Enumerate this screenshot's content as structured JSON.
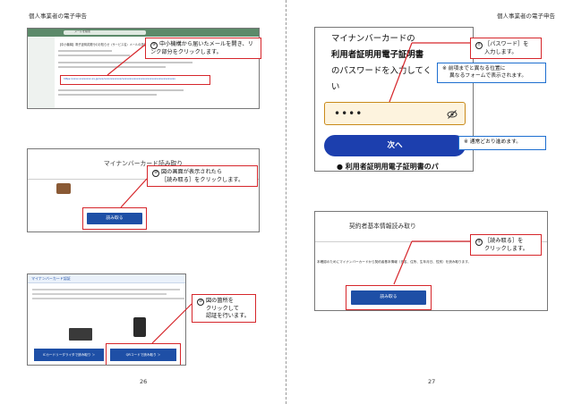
{
  "header_left": "個人事業者の電子申告",
  "header_right": "個人事業者の電子申告",
  "page_left": "26",
  "page_right": "27",
  "mail": {
    "search": "メールを検索",
    "subject": "【中小機構】電子証明書発行のお知らせ（サービス名）メールの送信について",
    "link": "https://xxxx.xxxxxxxx.xx.jp/xxx/xxxx/xxxxxxx/xxxxxxxxxxxxxxxxxxxxxxxxxxxxxxxxxxxx"
  },
  "step9": {
    "num": "⑨",
    "text": "中小機構から届いたメールを開き、リンク部分をクリックします。"
  },
  "read1": {
    "title": "マイナンバーカード読み取り",
    "button": "読み取る"
  },
  "step10": {
    "num": "⑩",
    "line1": "図の画面が表示されたら",
    "line2": "［読み取る］をクリックします。"
  },
  "auth": {
    "header": "マイナンバーカード認証",
    "ic_button": "ICカードリーダライタで読み取り ＞",
    "qr_button": "QRコードで読み取り ＞"
  },
  "step11a": {
    "num": "⑩",
    "line1": "図の箇所を",
    "line2": "クリックして",
    "line3": "認証を行います。"
  },
  "phone": {
    "line1": "マイナンバーカードの",
    "line2": "利用者証明用電子証明書",
    "line3": "のパスワードを入力してく",
    "line4": "い",
    "password": "••••",
    "next": "次へ",
    "bullet": "●  利用者証明用電子証明書のパ"
  },
  "step11": {
    "num": "⑪",
    "line1": "［パスワード］を",
    "line2": "入力します。"
  },
  "note1": {
    "line1": "※ 前項までと異なる位置に",
    "line2": "異なるフォームで表示されます。"
  },
  "note2": {
    "text": "※ 通常どおり進めます。"
  },
  "read2": {
    "title": "契約者基本情報読み取り",
    "desc": "本確認のためにマイナンバーカードから契約者基本情報（氏名、住所、生年月日、性別）を読み取ります。",
    "button": "読み取る"
  },
  "step12": {
    "num": "⑫",
    "line1": "［読み取る］を",
    "line2": "クリックします。"
  },
  "colors": {
    "accent_red": "#d6262b",
    "button_blue": "#1e4fa6",
    "note_blue": "#1e6fd0"
  }
}
